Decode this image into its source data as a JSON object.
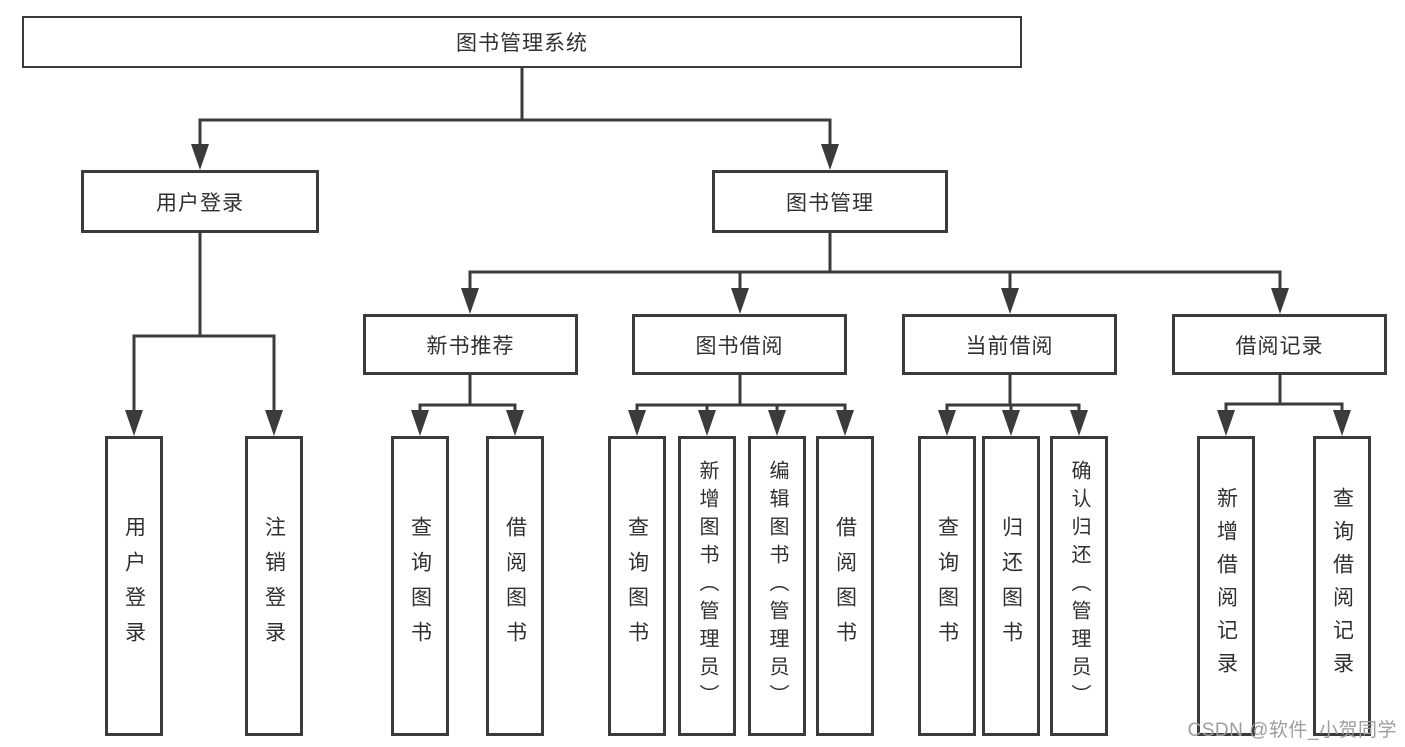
{
  "diagram": {
    "root": {
      "label": "图书管理系统"
    },
    "children": [
      {
        "label": "用户登录",
        "children": [
          {
            "label": "用户登录"
          },
          {
            "label": "注销登录"
          }
        ]
      },
      {
        "label": "图书管理",
        "children": [
          {
            "label": "新书推荐",
            "children": [
              {
                "label": "查询图书"
              },
              {
                "label": "借阅图书"
              }
            ]
          },
          {
            "label": "图书借阅",
            "children": [
              {
                "label": "查询图书"
              },
              {
                "label": "新增图书（管理员）"
              },
              {
                "label": "编辑图书（管理员）"
              },
              {
                "label": "借阅图书"
              }
            ]
          },
          {
            "label": "当前借阅",
            "children": [
              {
                "label": "查询图书"
              },
              {
                "label": "归还图书"
              },
              {
                "label": "确认归还（管理员）"
              }
            ]
          },
          {
            "label": "借阅记录",
            "children": [
              {
                "label": "新增借阅记录"
              },
              {
                "label": "查询借阅记录"
              }
            ]
          }
        ]
      }
    ],
    "watermark": "CSDN @软件_小贺同学",
    "colors": {
      "line": "#3b3b3b",
      "text": "#303030",
      "watermark": "#9d9d9d",
      "background": "#ffffff"
    }
  }
}
